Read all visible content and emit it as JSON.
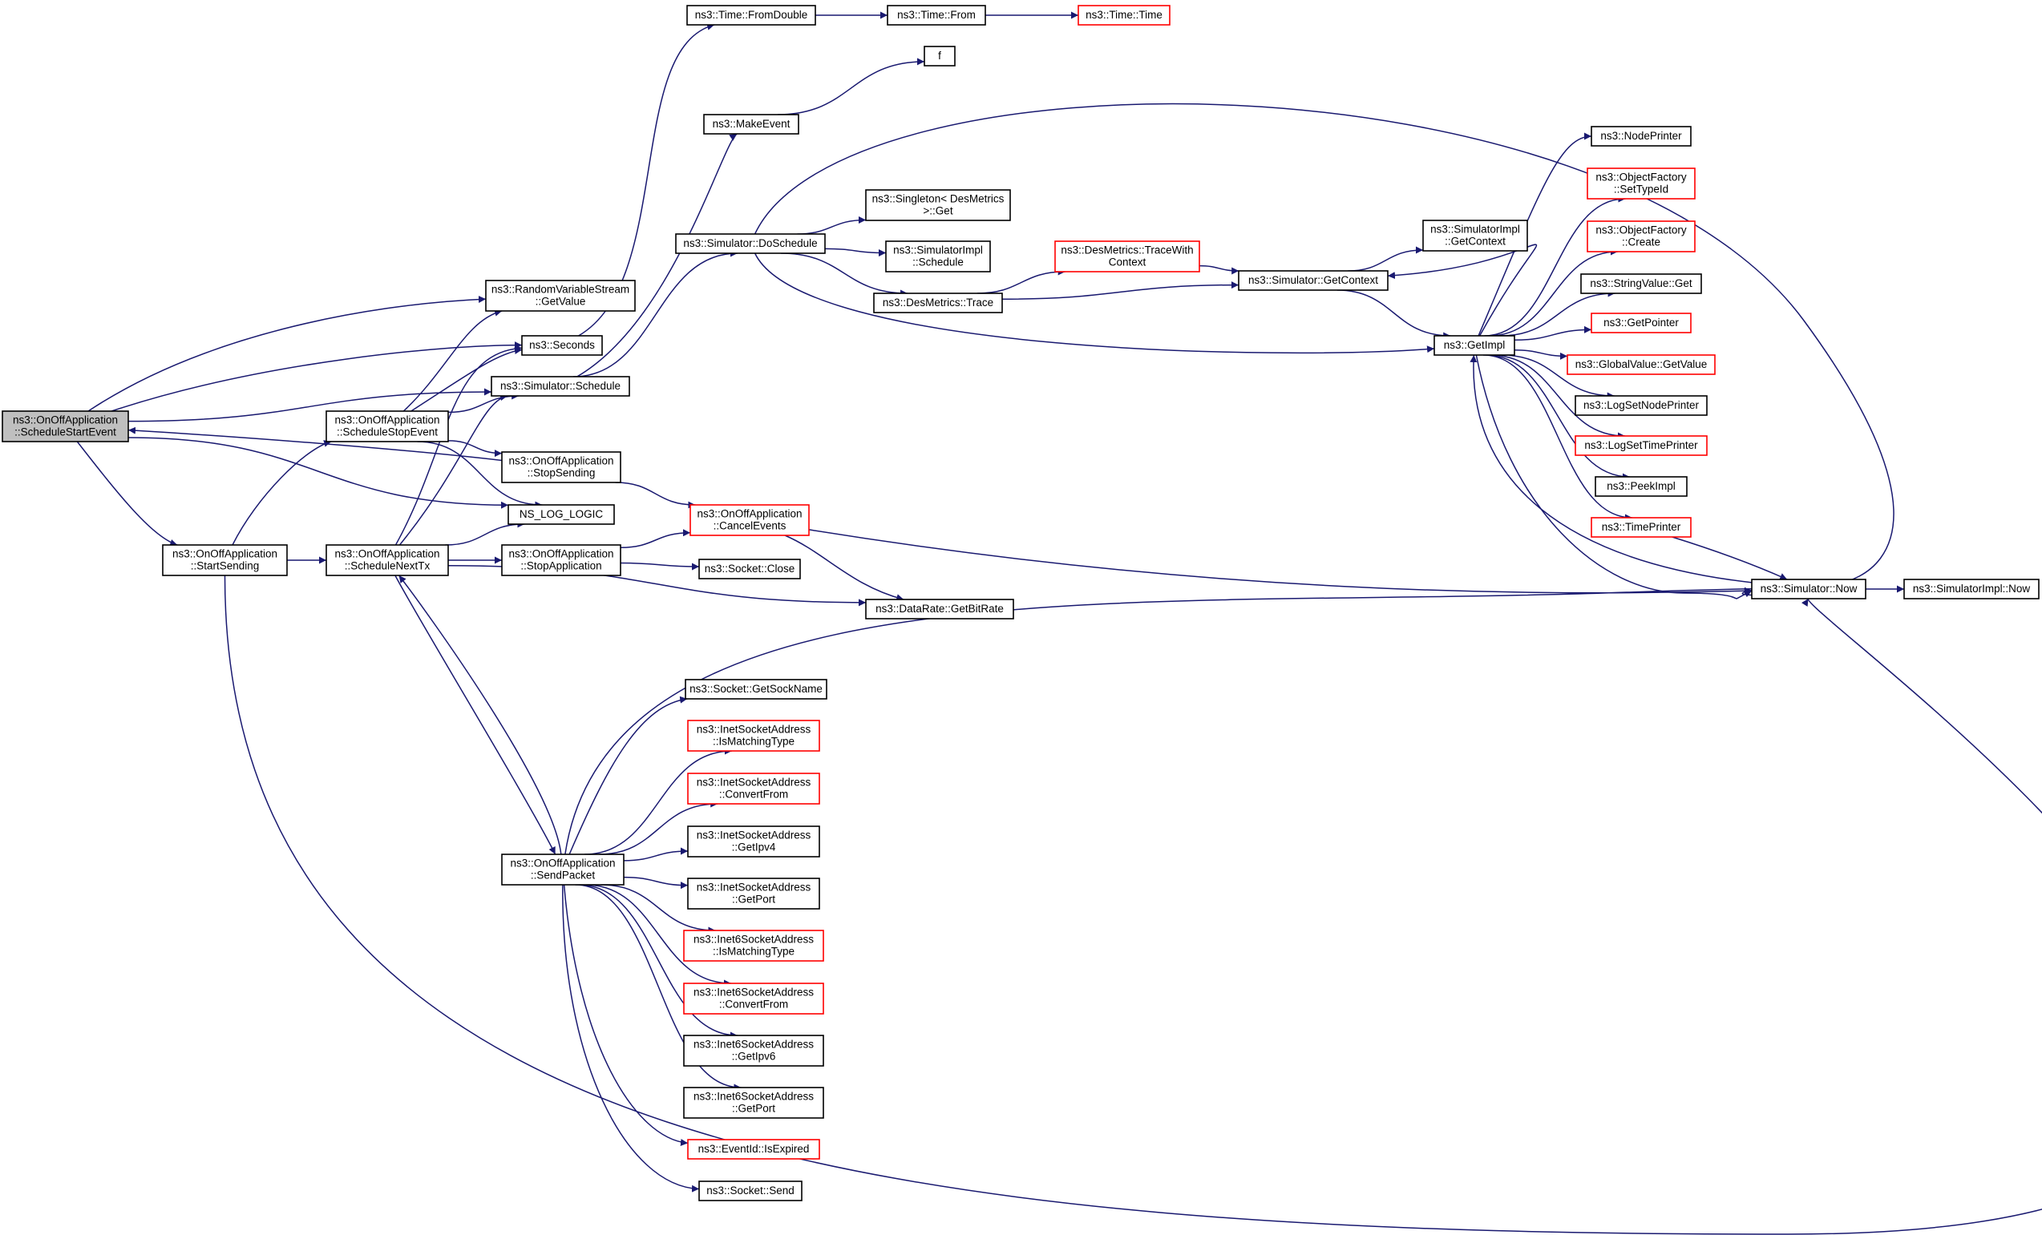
{
  "colors": {
    "edge": "#191970",
    "border_normal": "#000000",
    "border_truncated": "#ff0000",
    "fill_normal": "#ffffff",
    "fill_focus": "#bfbfbf"
  },
  "nodes": [
    {
      "id": "scheduleStartEvent",
      "lines": [
        "ns3::OnOffApplication",
        "::ScheduleStartEvent"
      ],
      "kind": "focus"
    },
    {
      "id": "startSending",
      "lines": [
        "ns3::OnOffApplication",
        "::StartSending"
      ],
      "kind": "normal"
    },
    {
      "id": "scheduleStopEvent",
      "lines": [
        "ns3::OnOffApplication",
        "::ScheduleStopEvent"
      ],
      "kind": "normal"
    },
    {
      "id": "scheduleNextTx",
      "lines": [
        "ns3::OnOffApplication",
        "::ScheduleNextTx"
      ],
      "kind": "normal"
    },
    {
      "id": "rvsGetValue",
      "lines": [
        "ns3::RandomVariableStream",
        "::GetValue"
      ],
      "kind": "normal"
    },
    {
      "id": "seconds",
      "lines": [
        "ns3::Seconds"
      ],
      "kind": "normal"
    },
    {
      "id": "simSchedule",
      "lines": [
        "ns3::Simulator::Schedule"
      ],
      "kind": "normal"
    },
    {
      "id": "stopSending",
      "lines": [
        "ns3::OnOffApplication",
        "::StopSending"
      ],
      "kind": "normal"
    },
    {
      "id": "nsLogLogic",
      "lines": [
        "NS_LOG_LOGIC"
      ],
      "kind": "normal"
    },
    {
      "id": "stopApplication",
      "lines": [
        "ns3::OnOffApplication",
        "::StopApplication"
      ],
      "kind": "normal"
    },
    {
      "id": "sendPacket",
      "lines": [
        "ns3::OnOffApplication",
        "::SendPacket"
      ],
      "kind": "normal"
    },
    {
      "id": "timeFromDouble",
      "lines": [
        "ns3::Time::FromDouble"
      ],
      "kind": "normal"
    },
    {
      "id": "timeFrom",
      "lines": [
        "ns3::Time::From"
      ],
      "kind": "normal"
    },
    {
      "id": "timeTime",
      "lines": [
        "ns3::Time::Time"
      ],
      "kind": "truncated"
    },
    {
      "id": "f",
      "lines": [
        "f"
      ],
      "kind": "normal"
    },
    {
      "id": "makeEvent",
      "lines": [
        "ns3::MakeEvent"
      ],
      "kind": "normal"
    },
    {
      "id": "doSchedule",
      "lines": [
        "ns3::Simulator::DoSchedule"
      ],
      "kind": "normal"
    },
    {
      "id": "singletonGet",
      "lines": [
        "ns3::Singleton< DesMetrics",
        " >::Get"
      ],
      "kind": "normal"
    },
    {
      "id": "simImplSchedule",
      "lines": [
        "ns3::SimulatorImpl",
        "::Schedule"
      ],
      "kind": "normal"
    },
    {
      "id": "desTrace",
      "lines": [
        "ns3::DesMetrics::Trace"
      ],
      "kind": "normal"
    },
    {
      "id": "desTraceWithContext",
      "lines": [
        "ns3::DesMetrics::TraceWith",
        "Context"
      ],
      "kind": "truncated"
    },
    {
      "id": "simGetContext",
      "lines": [
        "ns3::Simulator::GetContext"
      ],
      "kind": "normal"
    },
    {
      "id": "simImplGetContext",
      "lines": [
        "ns3::SimulatorImpl",
        "::GetContext"
      ],
      "kind": "normal"
    },
    {
      "id": "getImpl",
      "lines": [
        "ns3::GetImpl"
      ],
      "kind": "normal"
    },
    {
      "id": "cancelEvents",
      "lines": [
        "ns3::OnOffApplication",
        "::CancelEvents"
      ],
      "kind": "truncated"
    },
    {
      "id": "socketClose",
      "lines": [
        "ns3::Socket::Close"
      ],
      "kind": "normal"
    },
    {
      "id": "getBitRate",
      "lines": [
        "ns3::DataRate::GetBitRate"
      ],
      "kind": "normal"
    },
    {
      "id": "nodePrinter",
      "lines": [
        "ns3::NodePrinter"
      ],
      "kind": "normal"
    },
    {
      "id": "ofSetTypeId",
      "lines": [
        "ns3::ObjectFactory",
        "::SetTypeId"
      ],
      "kind": "truncated"
    },
    {
      "id": "ofCreate",
      "lines": [
        "ns3::ObjectFactory",
        "::Create"
      ],
      "kind": "truncated"
    },
    {
      "id": "stringValueGet",
      "lines": [
        "ns3::StringValue::Get"
      ],
      "kind": "normal"
    },
    {
      "id": "getPointer",
      "lines": [
        "ns3::GetPointer"
      ],
      "kind": "truncated"
    },
    {
      "id": "globalValueGetValue",
      "lines": [
        "ns3::GlobalValue::GetValue"
      ],
      "kind": "truncated"
    },
    {
      "id": "logSetNodePrinter",
      "lines": [
        "ns3::LogSetNodePrinter"
      ],
      "kind": "normal"
    },
    {
      "id": "logSetTimePrinter",
      "lines": [
        "ns3::LogSetTimePrinter"
      ],
      "kind": "truncated"
    },
    {
      "id": "peekImpl",
      "lines": [
        "ns3::PeekImpl"
      ],
      "kind": "normal"
    },
    {
      "id": "timePrinter",
      "lines": [
        "ns3::TimePrinter"
      ],
      "kind": "truncated"
    },
    {
      "id": "simNow",
      "lines": [
        "ns3::Simulator::Now"
      ],
      "kind": "normal"
    },
    {
      "id": "simImplNow",
      "lines": [
        "ns3::SimulatorImpl::Now"
      ],
      "kind": "normal"
    },
    {
      "id": "getSockName",
      "lines": [
        "ns3::Socket::GetSockName"
      ],
      "kind": "normal"
    },
    {
      "id": "inetIsMatchingType",
      "lines": [
        "ns3::InetSocketAddress",
        "::IsMatchingType"
      ],
      "kind": "truncated"
    },
    {
      "id": "inetConvertFrom",
      "lines": [
        "ns3::InetSocketAddress",
        "::ConvertFrom"
      ],
      "kind": "truncated"
    },
    {
      "id": "inetGetIpv4",
      "lines": [
        "ns3::InetSocketAddress",
        "::GetIpv4"
      ],
      "kind": "normal"
    },
    {
      "id": "inetGetPort",
      "lines": [
        "ns3::InetSocketAddress",
        "::GetPort"
      ],
      "kind": "normal"
    },
    {
      "id": "inet6IsMatchingType",
      "lines": [
        "ns3::Inet6SocketAddress",
        "::IsMatchingType"
      ],
      "kind": "truncated"
    },
    {
      "id": "inet6ConvertFrom",
      "lines": [
        "ns3::Inet6SocketAddress",
        "::ConvertFrom"
      ],
      "kind": "truncated"
    },
    {
      "id": "inet6GetIpv6",
      "lines": [
        "ns3::Inet6SocketAddress",
        "::GetIpv6"
      ],
      "kind": "normal"
    },
    {
      "id": "inet6GetPort",
      "lines": [
        "ns3::Inet6SocketAddress",
        "::GetPort"
      ],
      "kind": "normal"
    },
    {
      "id": "eventIdIsExpired",
      "lines": [
        "ns3::EventId::IsExpired"
      ],
      "kind": "truncated"
    },
    {
      "id": "socketSend",
      "lines": [
        "ns3::Socket::Send"
      ],
      "kind": "normal"
    }
  ],
  "edges": [
    [
      "scheduleStartEvent",
      "rvsGetValue"
    ],
    [
      "scheduleStartEvent",
      "seconds"
    ],
    [
      "scheduleStartEvent",
      "simSchedule"
    ],
    [
      "scheduleStartEvent",
      "nsLogLogic"
    ],
    [
      "scheduleStartEvent",
      "startSending"
    ],
    [
      "stopSending",
      "scheduleStartEvent"
    ],
    [
      "startSending",
      "scheduleStopEvent"
    ],
    [
      "startSending",
      "scheduleNextTx"
    ],
    [
      "startSending",
      "simNow"
    ],
    [
      "scheduleStopEvent",
      "rvsGetValue"
    ],
    [
      "scheduleStopEvent",
      "seconds"
    ],
    [
      "scheduleStopEvent",
      "simSchedule"
    ],
    [
      "scheduleStopEvent",
      "stopSending"
    ],
    [
      "scheduleStopEvent",
      "nsLogLogic"
    ],
    [
      "scheduleNextTx",
      "seconds"
    ],
    [
      "scheduleNextTx",
      "simSchedule"
    ],
    [
      "scheduleNextTx",
      "nsLogLogic"
    ],
    [
      "scheduleNextTx",
      "stopApplication"
    ],
    [
      "scheduleNextTx",
      "getBitRate"
    ],
    [
      "scheduleNextTx",
      "sendPacket"
    ],
    [
      "sendPacket",
      "scheduleNextTx"
    ],
    [
      "stopSending",
      "cancelEvents"
    ],
    [
      "stopApplication",
      "cancelEvents"
    ],
    [
      "stopApplication",
      "socketClose"
    ],
    [
      "cancelEvents",
      "getBitRate"
    ],
    [
      "cancelEvents",
      "simNow"
    ],
    [
      "seconds",
      "timeFromDouble"
    ],
    [
      "timeFromDouble",
      "timeFrom"
    ],
    [
      "timeFrom",
      "timeTime"
    ],
    [
      "simSchedule",
      "makeEvent"
    ],
    [
      "simSchedule",
      "doSchedule"
    ],
    [
      "makeEvent",
      "f"
    ],
    [
      "doSchedule",
      "singletonGet"
    ],
    [
      "doSchedule",
      "simImplSchedule"
    ],
    [
      "doSchedule",
      "desTrace"
    ],
    [
      "doSchedule",
      "getImpl"
    ],
    [
      "doSchedule",
      "simNow"
    ],
    [
      "desTrace",
      "desTraceWithContext"
    ],
    [
      "desTrace",
      "simGetContext"
    ],
    [
      "desTraceWithContext",
      "simGetContext"
    ],
    [
      "simGetContext",
      "simImplGetContext"
    ],
    [
      "simGetContext",
      "getImpl"
    ],
    [
      "getImpl",
      "simGetContext"
    ],
    [
      "getImpl",
      "nodePrinter"
    ],
    [
      "getImpl",
      "ofSetTypeId"
    ],
    [
      "getImpl",
      "ofCreate"
    ],
    [
      "getImpl",
      "stringValueGet"
    ],
    [
      "getImpl",
      "getPointer"
    ],
    [
      "getImpl",
      "globalValueGetValue"
    ],
    [
      "getImpl",
      "logSetNodePrinter"
    ],
    [
      "getImpl",
      "logSetTimePrinter"
    ],
    [
      "getImpl",
      "peekImpl"
    ],
    [
      "getImpl",
      "timePrinter"
    ],
    [
      "getImpl",
      "simNow"
    ],
    [
      "timePrinter",
      "simNow"
    ],
    [
      "simNow",
      "getImpl"
    ],
    [
      "simNow",
      "simImplNow"
    ],
    [
      "sendPacket",
      "simNow"
    ],
    [
      "sendPacket",
      "getSockName"
    ],
    [
      "sendPacket",
      "inetIsMatchingType"
    ],
    [
      "sendPacket",
      "inetConvertFrom"
    ],
    [
      "sendPacket",
      "inetGetIpv4"
    ],
    [
      "sendPacket",
      "inetGetPort"
    ],
    [
      "sendPacket",
      "inet6IsMatchingType"
    ],
    [
      "sendPacket",
      "inet6ConvertFrom"
    ],
    [
      "sendPacket",
      "inet6GetIpv6"
    ],
    [
      "sendPacket",
      "inet6GetPort"
    ],
    [
      "sendPacket",
      "eventIdIsExpired"
    ],
    [
      "sendPacket",
      "socketSend"
    ]
  ]
}
